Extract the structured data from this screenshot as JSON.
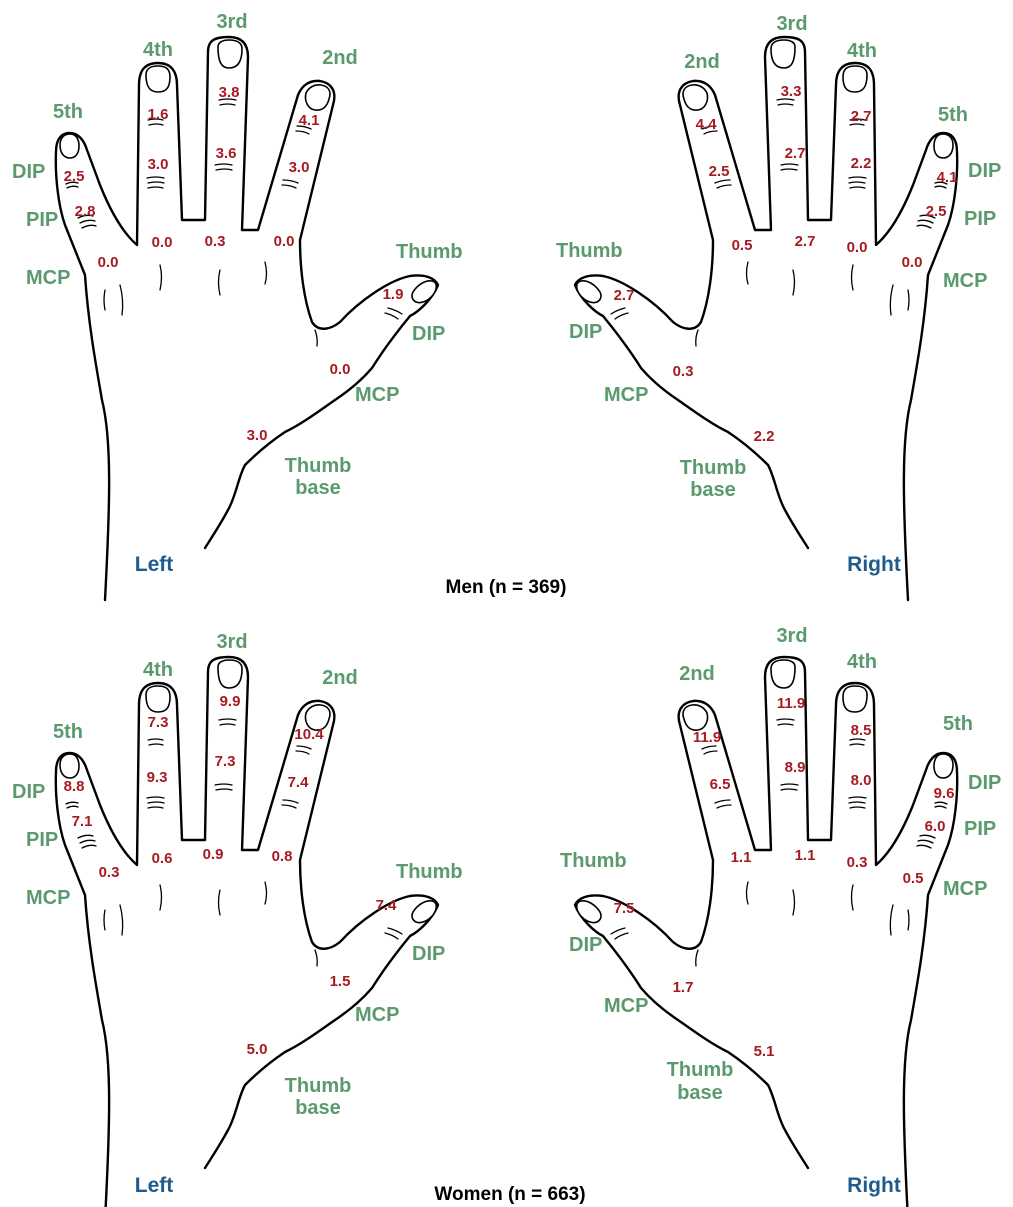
{
  "labels": {
    "finger_2nd": "2nd",
    "finger_3rd": "3rd",
    "finger_4th": "4th",
    "finger_5th": "5th",
    "thumb": "Thumb",
    "dip": "DIP",
    "pip": "PIP",
    "mcp": "MCP",
    "thumb_base_line1": "Thumb",
    "thumb_base_line2": "base",
    "left": "Left",
    "right": "Right"
  },
  "groups": [
    {
      "title": "Men (n = 369)",
      "left": {
        "f5_dip": "2.5",
        "f5_pip": "2.8",
        "f5_mcp": "0.0",
        "f4_dip": "1.6",
        "f4_pip": "3.0",
        "f4_mcp": "0.0",
        "f3_dip": "3.8",
        "f3_pip": "3.6",
        "f3_mcp": "0.3",
        "f2_dip": "4.1",
        "f2_pip": "3.0",
        "f2_mcp": "0.0",
        "thumb_dip": "1.9",
        "thumb_mcp": "0.0",
        "thumb_base": "3.0"
      },
      "right": {
        "f2_dip": "4.4",
        "f2_pip": "2.5",
        "f2_mcp": "0.5",
        "f3_dip": "3.3",
        "f3_pip": "2.7",
        "f3_mcp": "2.7",
        "f4_dip": "2.7",
        "f4_pip": "2.2",
        "f4_mcp": "0.0",
        "f5_dip": "4.1",
        "f5_pip": "2.5",
        "f5_mcp": "0.0",
        "thumb_dip": "2.7",
        "thumb_mcp": "0.3",
        "thumb_base": "2.2"
      }
    },
    {
      "title": "Women (n = 663)",
      "left": {
        "f5_dip": "8.8",
        "f5_pip": "7.1",
        "f5_mcp": "0.3",
        "f4_dip": "7.3",
        "f4_pip": "9.3",
        "f4_mcp": "0.6",
        "f3_dip": "9.9",
        "f3_pip": "7.3",
        "f3_mcp": "0.9",
        "f2_dip": "10.4",
        "f2_pip": "7.4",
        "f2_mcp": "0.8",
        "thumb_dip": "7.4",
        "thumb_mcp": "1.5",
        "thumb_base": "5.0"
      },
      "right": {
        "f2_dip": "11.9",
        "f2_pip": "6.5",
        "f2_mcp": "1.1",
        "f3_dip": "11.9",
        "f3_pip": "8.9",
        "f3_mcp": "1.1",
        "f4_dip": "8.5",
        "f4_pip": "8.0",
        "f4_mcp": "0.3",
        "f5_dip": "9.6",
        "f5_pip": "6.0",
        "f5_mcp": "0.5",
        "thumb_dip": "7.5",
        "thumb_mcp": "1.7",
        "thumb_base": "5.1"
      }
    }
  ]
}
